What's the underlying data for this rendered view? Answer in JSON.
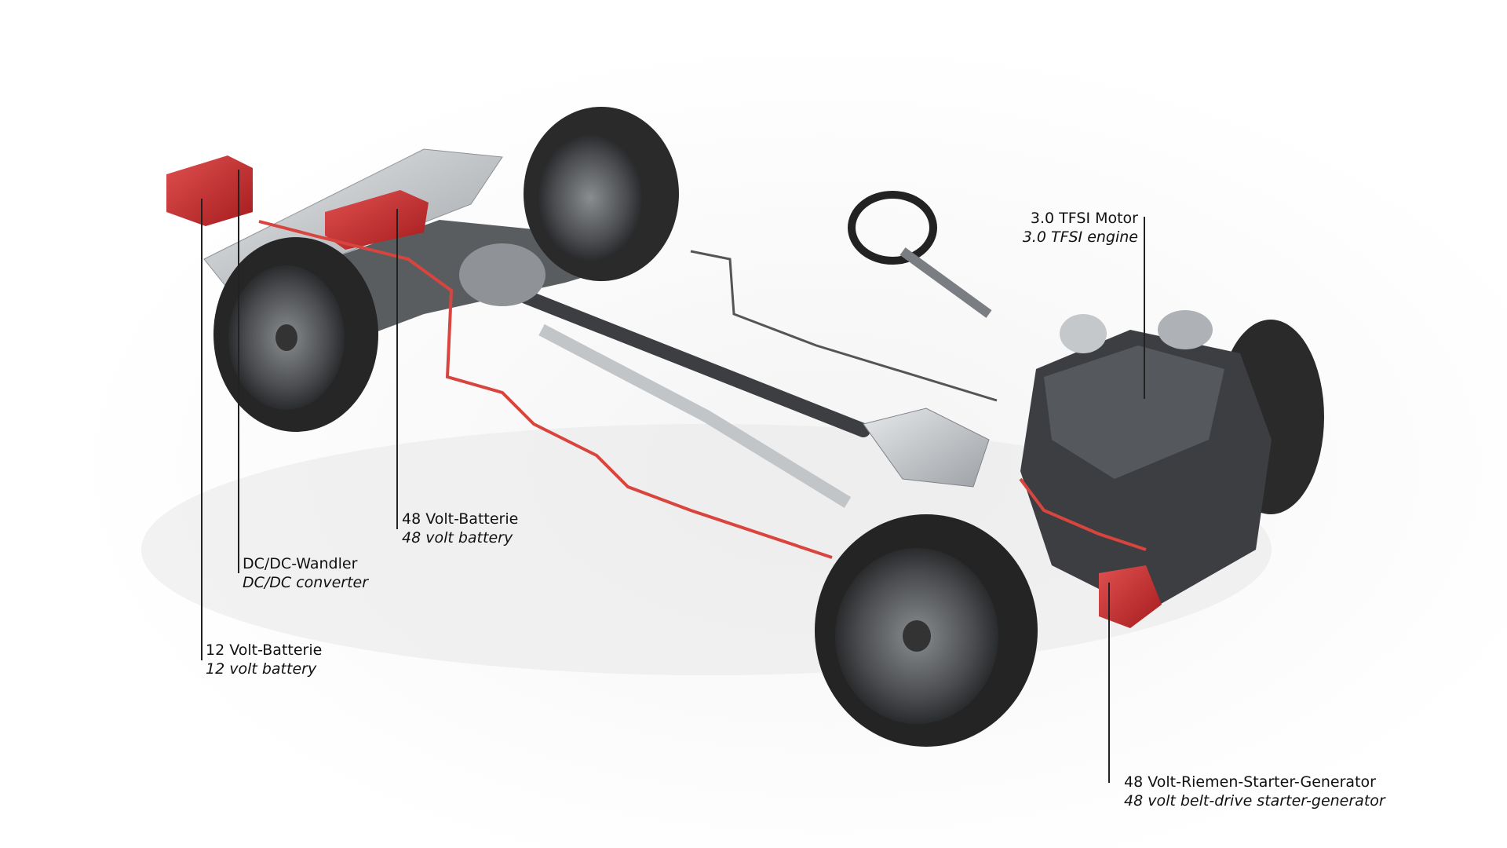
{
  "labels": {
    "engine": {
      "de": "3.0 TFSI Motor",
      "en": "3.0 TFSI engine"
    },
    "belt_starter_generator": {
      "de": "48 Volt-Riemen-Starter-Generator",
      "en": "48 volt belt-drive starter-generator"
    },
    "battery_48v": {
      "de": "48 Volt-Batterie",
      "en": "48 volt battery"
    },
    "dcdc_converter": {
      "de": "DC/DC-Wandler",
      "en": "DC/DC converter"
    },
    "battery_12v": {
      "de": "12 Volt-Batterie",
      "en": "12 volt battery"
    }
  },
  "colors": {
    "highlight_red": "#c8282a",
    "cable_red": "#d8453f",
    "tire": "#2a2a2a",
    "metal": "#b8bcc0"
  }
}
